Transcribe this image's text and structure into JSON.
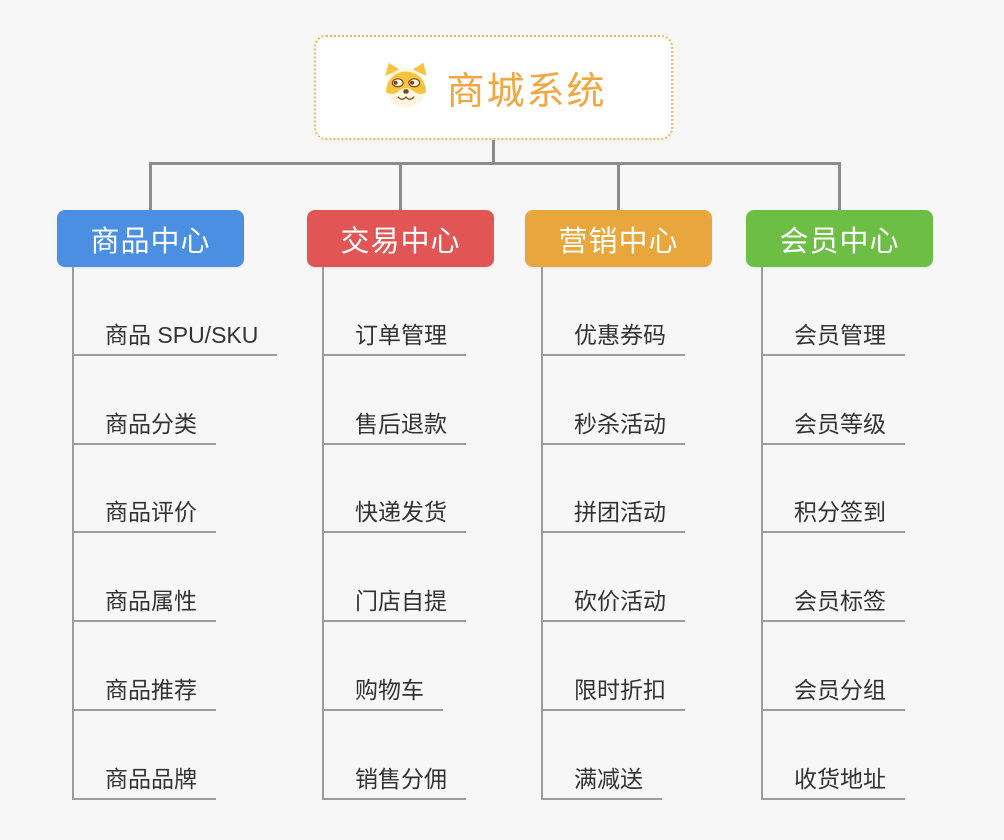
{
  "diagram": {
    "type": "mindmap-org-chart",
    "background_color": "#f7f7f7",
    "connector_color": "#8c8c8c",
    "child_line_color": "#9c9c9c",
    "child_text_color": "#333333"
  },
  "root": {
    "title": "商城系统",
    "icon": "shiba-dog-icon",
    "text_color": "#f2a640",
    "border_color": "#f3b65f",
    "background": "#ffffff"
  },
  "branches": [
    {
      "label": "商品中心",
      "color": "#4b8fe2",
      "items": [
        "商品 SPU/SKU",
        "商品分类",
        "商品评价",
        "商品属性",
        "商品推荐",
        "商品品牌"
      ]
    },
    {
      "label": "交易中心",
      "color": "#e25555",
      "items": [
        "订单管理",
        "售后退款",
        "快递发货",
        "门店自提",
        "购物车",
        "销售分佣"
      ]
    },
    {
      "label": "营销中心",
      "color": "#e8a63d",
      "items": [
        "优惠券码",
        "秒杀活动",
        "拼团活动",
        "砍价活动",
        "限时折扣",
        "满减送"
      ]
    },
    {
      "label": "会员中心",
      "color": "#6cbe45",
      "items": [
        "会员管理",
        "会员等级",
        "积分签到",
        "会员标签",
        "会员分组",
        "收货地址"
      ]
    }
  ]
}
